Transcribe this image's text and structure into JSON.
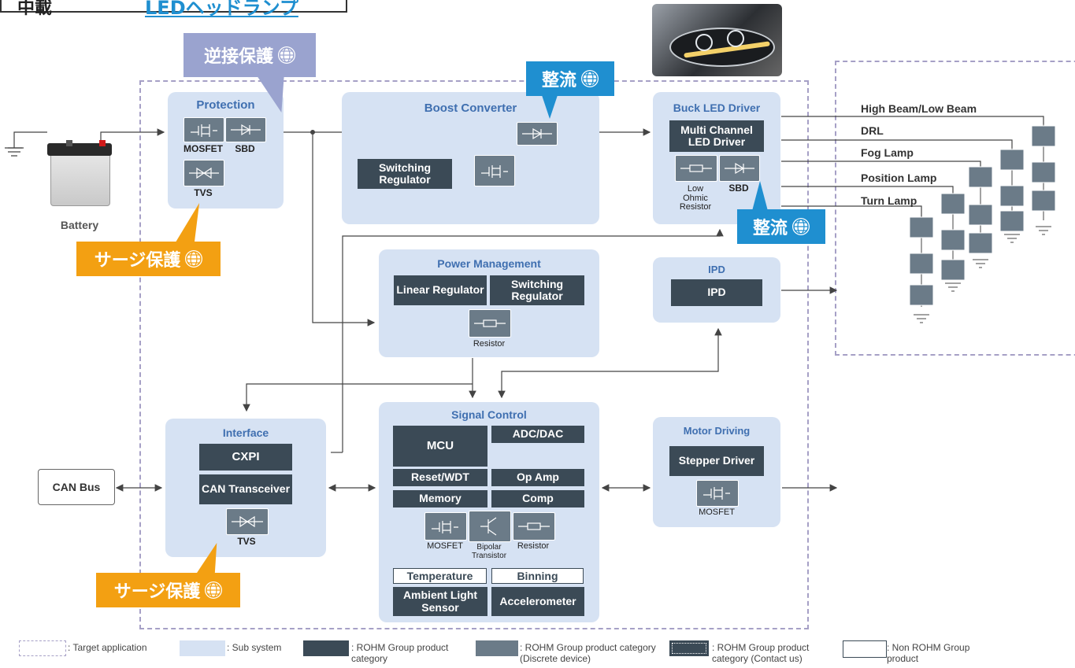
{
  "header": {
    "left_label": "中載",
    "link_text": "LEDヘッドランプ"
  },
  "blocks": {
    "protection": {
      "title": "Protection",
      "mosfet": "MOSFET",
      "sbd": "SBD",
      "tvs": "TVS"
    },
    "boost": {
      "title": "Boost Converter",
      "switching_regulator": "Switching Regulator"
    },
    "buck": {
      "title": "Buck LED Driver",
      "multi_channel": "Multi Channel LED Driver",
      "low_ohmic": "Low Ohmic Resistor",
      "sbd": "SBD"
    },
    "power": {
      "title": "Power Management",
      "linear": "Linear Regulator",
      "switching": "Switching Regulator",
      "resistor": "Resistor"
    },
    "ipd": {
      "title": "IPD",
      "item": "IPD"
    },
    "interface": {
      "title": "Interface",
      "cxpi": "CXPI",
      "can": "CAN Transceiver",
      "tvs": "TVS"
    },
    "signal": {
      "title": "Signal Control",
      "mcu": "MCU",
      "adc": "ADC/DAC",
      "reset": "Reset/WDT",
      "opamp": "Op Amp",
      "memory": "Memory",
      "comp": "Comp",
      "mosfet": "MOSFET",
      "bipolar": "Bipolar Transistor",
      "resistor": "Resistor",
      "temperature": "Temperature",
      "binning": "Binning",
      "ambient": "Ambient Light Sensor",
      "accelerometer": "Accelerometer"
    },
    "motor": {
      "title": "Motor Driving",
      "stepper": "Stepper Driver",
      "mosfet": "MOSFET"
    }
  },
  "battery_label": "Battery",
  "can_bus": "CAN Bus",
  "callouts": {
    "reverse": "逆接保護",
    "rect1": "整流",
    "rect2": "整流",
    "surge1": "サージ保護",
    "surge2": "サージ保護"
  },
  "lamps": [
    "High Beam/Low Beam",
    "DRL",
    "Fog Lamp",
    "Position Lamp",
    "Turn Lamp"
  ],
  "legend": {
    "target": ": Target application",
    "sub": ": Sub system",
    "rohm": ": ROHM Group product category",
    "discrete": ": ROHM Group product category (Discrete device)",
    "contact": ": ROHM Group product category (Contact us)",
    "non": ": Non ROHM Group product"
  },
  "colors": {
    "subsystem": "#d6e2f3",
    "dark": "#3b4a56",
    "discrete": "#6b7b88",
    "title": "#3f6fb0",
    "callout_purple": "#9aa3cf",
    "callout_blue": "#1f8fd0",
    "callout_orange": "#f3a012"
  }
}
